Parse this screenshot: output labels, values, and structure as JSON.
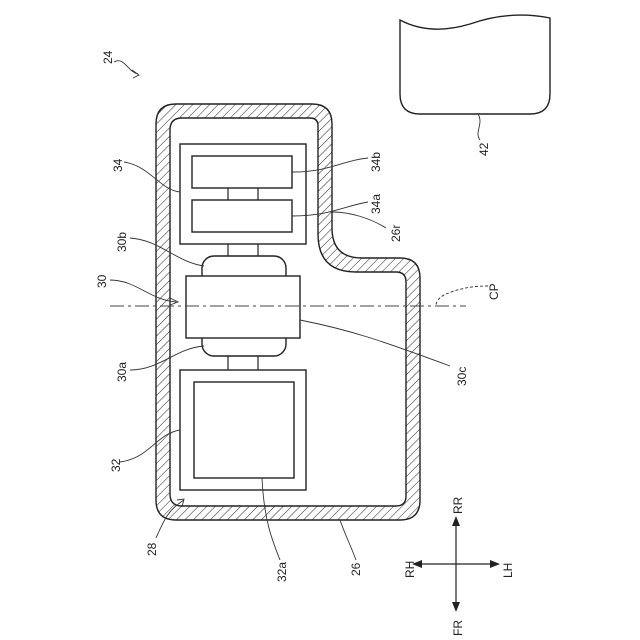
{
  "labels": {
    "r24": "24",
    "r42": "42",
    "r34": "34",
    "r34b": "34b",
    "r34a": "34a",
    "r26r": "26r",
    "r30b": "30b",
    "r30": "30",
    "rCP": "CP",
    "r30a": "30a",
    "r30c": "30c",
    "r32": "32",
    "r28": "28",
    "r32a": "32a",
    "r26": "26"
  },
  "directions": {
    "rr": "RR",
    "fr": "FR",
    "rh": "RH",
    "lh": "LH"
  }
}
